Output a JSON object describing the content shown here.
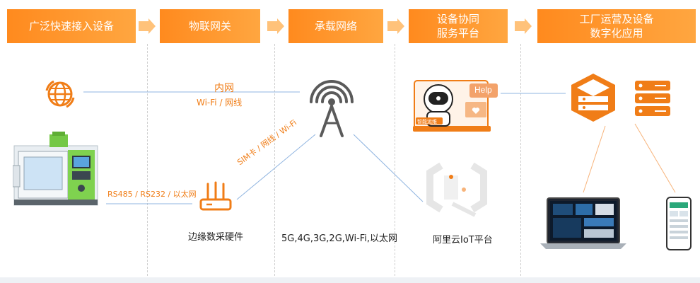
{
  "headers": [
    {
      "label": "广泛快速接入设备"
    },
    {
      "label": "物联网关"
    },
    {
      "label": "承载网络"
    },
    {
      "label": "设备协同\n服务平台"
    },
    {
      "label": "工厂运营及设备\n数字化应用"
    }
  ],
  "labels": {
    "intranet": "内网",
    "wifi_net": "Wi-Fi / 网线",
    "rs485": "RS485 / RS232 / 以太网",
    "sim": "SIM卡 / 网线 / Wi-Fi",
    "help": "Help",
    "ops_tag": "智能运维"
  },
  "captions": {
    "edge_hw": "边缘数采硬件",
    "network_types": "5G,4G,3G,2G,Wi-Fi,以太网",
    "aliyun": "阿里云IoT平台"
  },
  "colors": {
    "accent": "#f07d17",
    "header_start": "#ff8a1e",
    "header_end": "#ffa640",
    "arrow": "#ffc27a",
    "line_blue": "#8fb4e0",
    "line_orange": "#f7b37a"
  },
  "icons": [
    "globe-icon",
    "cnc-machine-image",
    "router-icon",
    "antenna-tower-icon",
    "robot-support-icon",
    "aliyun-iot-logo",
    "server-stack-icon",
    "database-icon",
    "laptop-dashboard-image",
    "phone-app-image"
  ]
}
